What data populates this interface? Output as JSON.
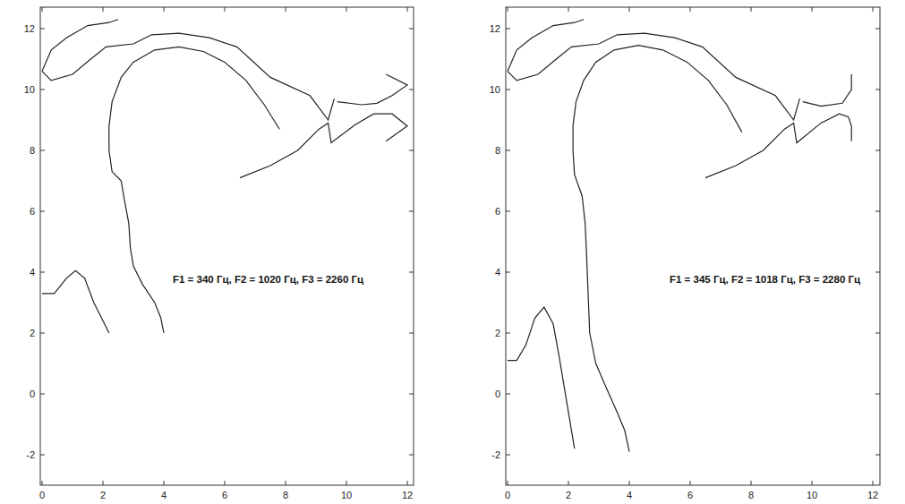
{
  "diagram": {
    "labels": [
      "12",
      "10",
      "8",
      "6",
      "4",
      "2",
      "0",
      "-2",
      "0",
      "2",
      "4",
      "6",
      "8",
      "10",
      "12",
      "F1 = 340 Гц, F2 = 1020 Гц, F3 = 2260 Гц",
      "12",
      "10",
      "8",
      "6",
      "4",
      "2",
      "0",
      "-2",
      "0",
      "2",
      "4",
      "6",
      "8",
      "10",
      "12",
      "F1 = 345 Гц, F2 = 1018 Гц, F3 = 2280 Гц"
    ]
  }
}
